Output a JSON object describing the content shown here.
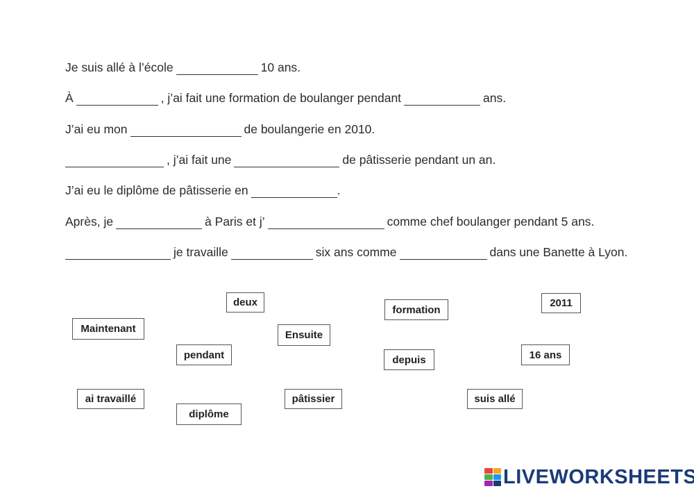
{
  "sentences": [
    {
      "parts": [
        "Je suis allé à l’école",
        "10 ans."
      ]
    },
    {
      "parts": [
        "À",
        ", j’ai fait une formation de boulanger pendant",
        "ans."
      ]
    },
    {
      "parts": [
        "J’ai eu mon",
        "de boulangerie en 2010."
      ]
    },
    {
      "parts": [
        "",
        ", j’ai fait une",
        "de pâtisserie pendant un an."
      ]
    },
    {
      "parts": [
        "J’ai eu le diplôme de pâtisserie en",
        "."
      ]
    },
    {
      "parts": [
        "Après, je",
        "à Paris et j’",
        "comme chef boulanger pendant 5 ans."
      ]
    },
    {
      "parts": [
        "",
        "je travaille",
        "six ans comme",
        "dans une Banette à Lyon."
      ]
    }
  ],
  "word_bank": [
    "deux",
    "formation",
    "2011",
    "Maintenant",
    "Ensuite",
    "pendant",
    "depuis",
    "16 ans",
    "ai travaillé",
    "pâtissier",
    "suis allé",
    "diplôme"
  ],
  "brand": {
    "logo_text": "LIVEWORKSHEETS",
    "logo_color": "#1a3a7a",
    "icon_colors": [
      "#e8483b",
      "#f5a623",
      "#4caf50",
      "#2196f3",
      "#9c27b0",
      "#1a3a7a"
    ]
  }
}
